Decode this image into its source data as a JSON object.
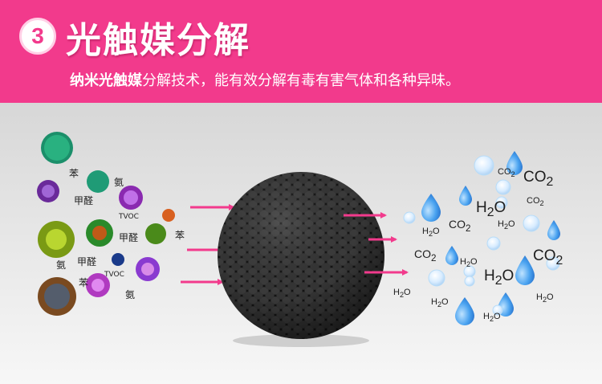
{
  "header": {
    "step_number": "3",
    "title": "光触媒分解",
    "subtitle_emphasis": "纳米光触媒",
    "subtitle_rest": "分解技术，能有效分解有毒有害气体和各种异味。"
  },
  "pollutant_labels": [
    "苯",
    "氨",
    "甲醛",
    "TVOC",
    "甲醛",
    "苯",
    "氨",
    "甲醛",
    "TVOC",
    "苯",
    "氨"
  ],
  "molecule_labels": [
    "CO",
    "CO",
    "CO",
    "H",
    "H",
    "CO",
    "H",
    "CO",
    "H",
    "CO",
    "H",
    "H",
    "H",
    "H",
    "H",
    "H",
    "H"
  ],
  "colors": {
    "banner": "#f23a8c",
    "arrow": "#f23a8c",
    "sphere": "#1c1c1c",
    "drop": "#2f86e0"
  },
  "icons": [
    "bacteria-icon",
    "arrow-right-icon",
    "photocatalyst-sphere-icon",
    "water-drop-icon",
    "bubble-icon"
  ]
}
